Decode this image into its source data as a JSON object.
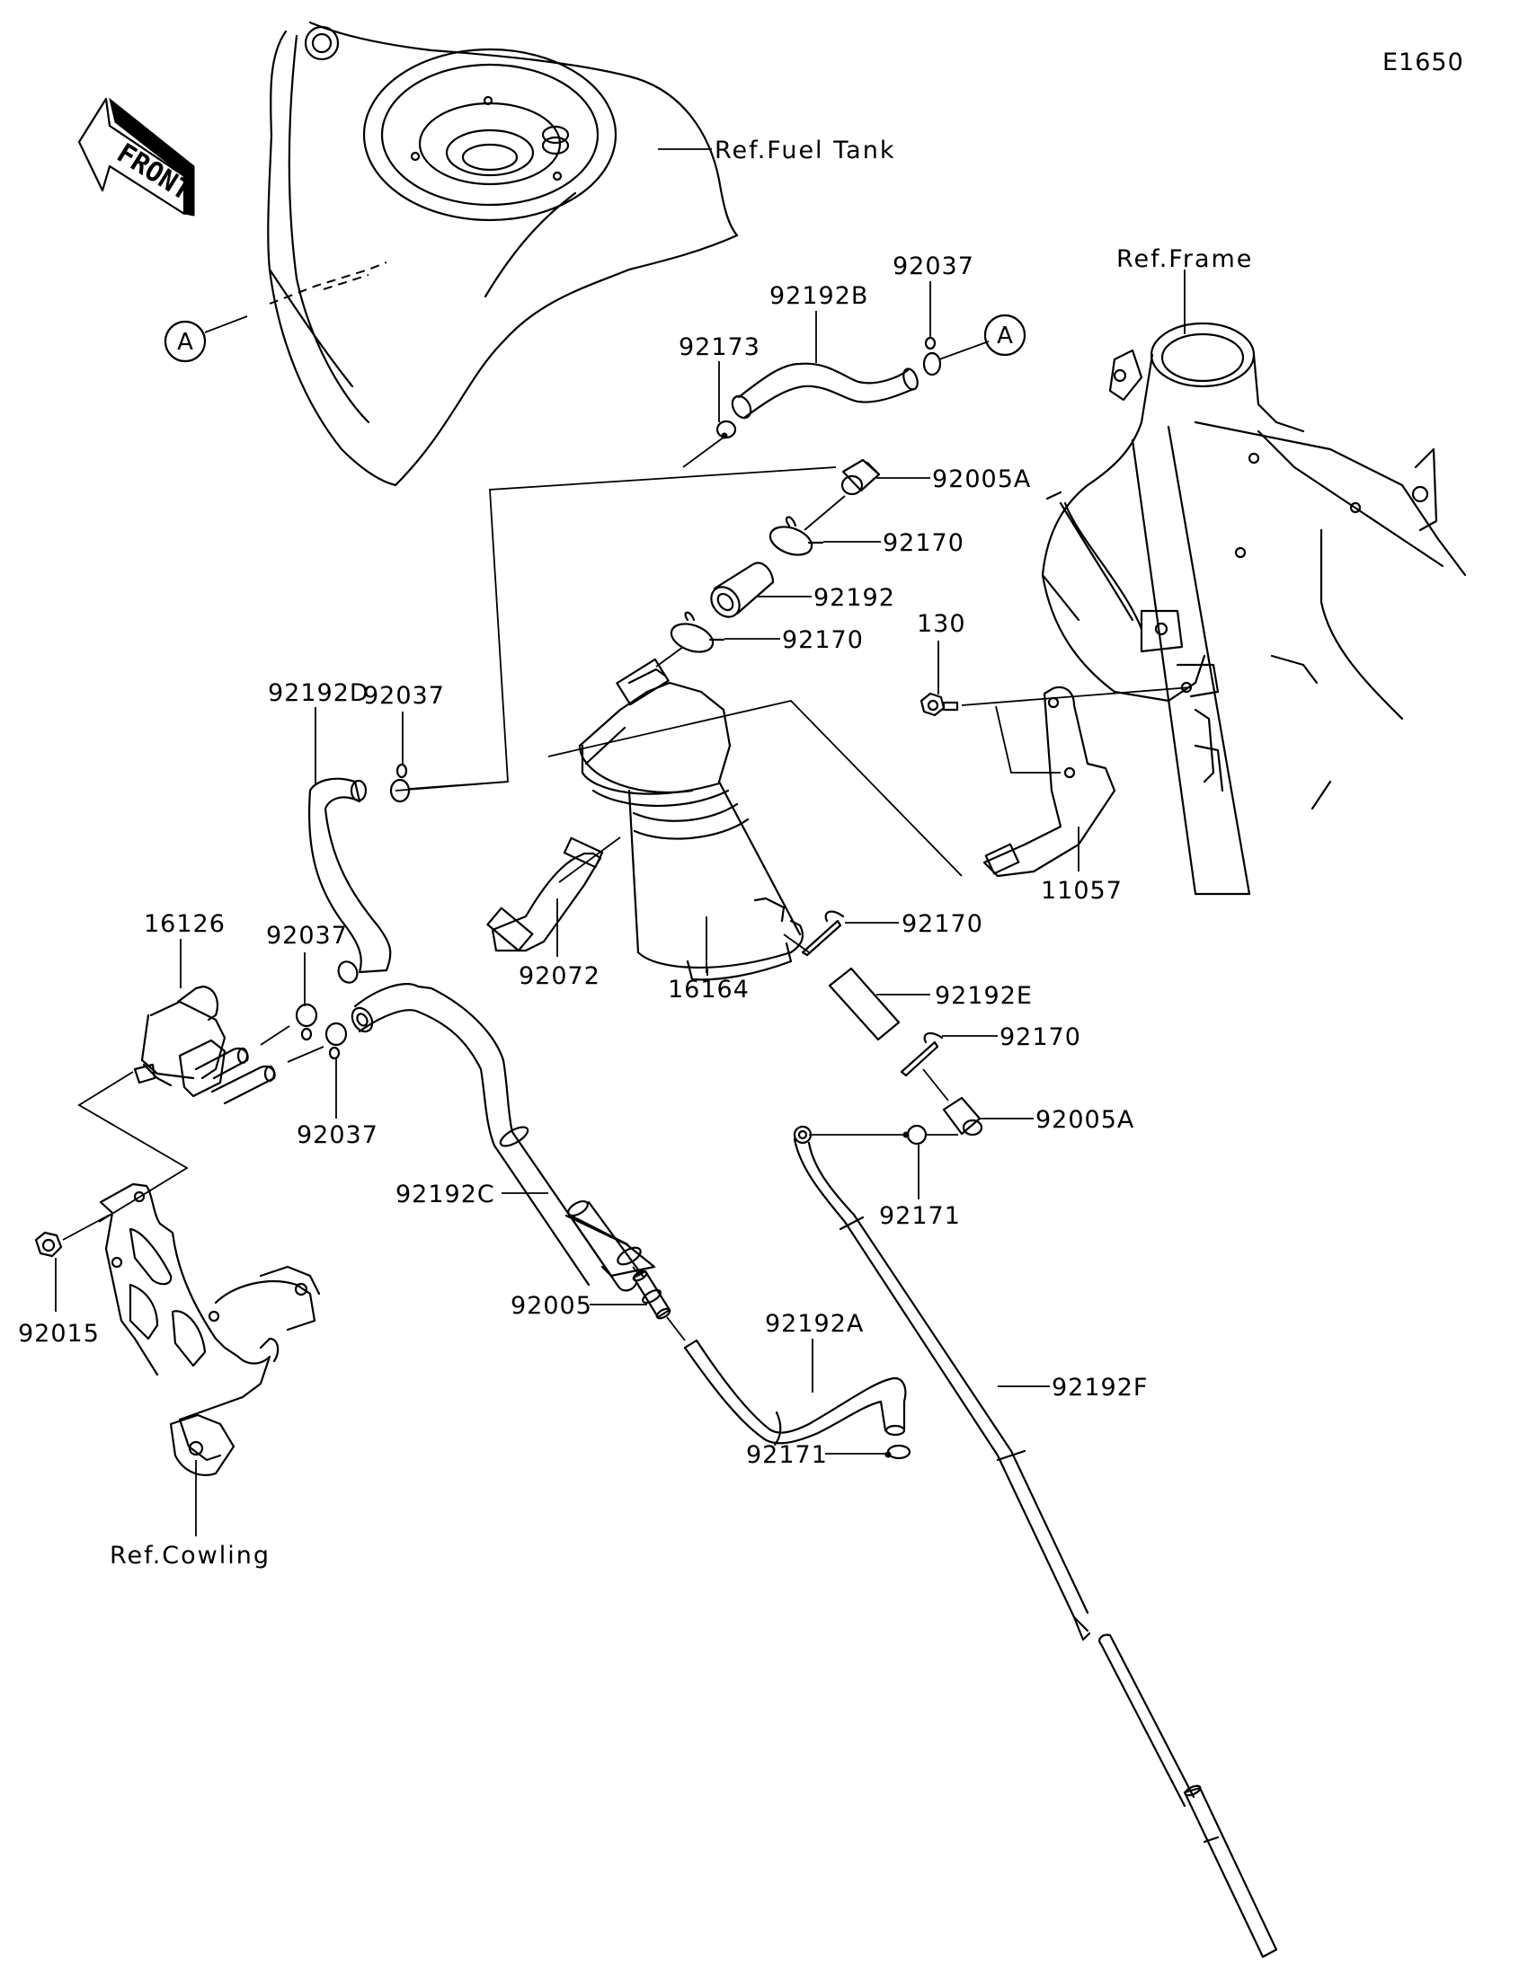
{
  "diagram": {
    "code": "E1650",
    "direction_marker": "FRONT",
    "references": {
      "fuel_tank": "Ref.Fuel Tank",
      "frame": "Ref.Frame",
      "cowling": "Ref.Cowling"
    },
    "connector_marks": [
      {
        "id": "A-tank",
        "label": "A"
      },
      {
        "id": "A-hose",
        "label": "A"
      }
    ],
    "part_labels": [
      {
        "key": "p92192B",
        "text": "92192B"
      },
      {
        "key": "p92037_top",
        "text": "92037"
      },
      {
        "key": "p92173",
        "text": "92173"
      },
      {
        "key": "p92005A_top",
        "text": "92005A"
      },
      {
        "key": "p92170_a",
        "text": "92170"
      },
      {
        "key": "p92192",
        "text": "92192"
      },
      {
        "key": "p92170_b",
        "text": "92170"
      },
      {
        "key": "p130",
        "text": "130"
      },
      {
        "key": "p92192D",
        "text": "92192D"
      },
      {
        "key": "p92037_mid",
        "text": "92037"
      },
      {
        "key": "p16126",
        "text": "16126"
      },
      {
        "key": "p92037_valve_top",
        "text": "92037"
      },
      {
        "key": "p92037_valve_bot",
        "text": "92037"
      },
      {
        "key": "p92072",
        "text": "92072"
      },
      {
        "key": "p16164",
        "text": "16164"
      },
      {
        "key": "p11057",
        "text": "11057"
      },
      {
        "key": "p92170_c",
        "text": "92170"
      },
      {
        "key": "p92192E",
        "text": "92192E"
      },
      {
        "key": "p92170_d",
        "text": "92170"
      },
      {
        "key": "p92005A_bot",
        "text": "92005A"
      },
      {
        "key": "p92171_a",
        "text": "92171"
      },
      {
        "key": "p92192C",
        "text": "92192C"
      },
      {
        "key": "p92015",
        "text": "92015"
      },
      {
        "key": "p92005",
        "text": "92005"
      },
      {
        "key": "p92192A",
        "text": "92192A"
      },
      {
        "key": "p92171_b",
        "text": "92171"
      },
      {
        "key": "p92192F",
        "text": "92192F"
      }
    ]
  }
}
